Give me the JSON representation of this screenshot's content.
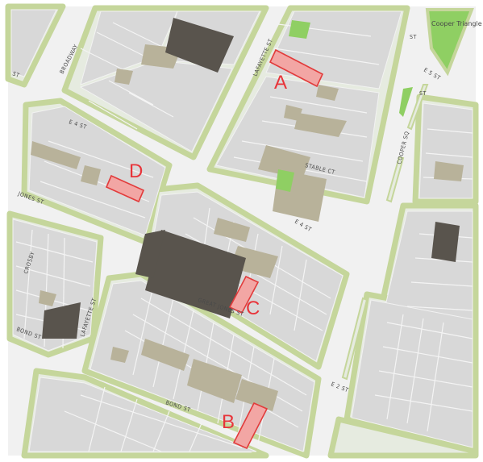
{
  "map": {
    "colors": {
      "street": "#f1f1f1",
      "block_edge": "#c5d69b",
      "lot": "#d8d8d8",
      "tan_building": "#b8b29a",
      "dark_building": "#59544d",
      "park": "#8fcf63",
      "site_fill": "#f2a6a4",
      "site_stroke": "#e23b3b"
    },
    "streets": {
      "broadway": "BROADWAY",
      "lafayette_upper": "LAFAYETTE ST",
      "lafayette_lower": "LAFAYETTE ST",
      "e4st_upper": "E 4 ST",
      "e4st_lower": "E 4 ST",
      "great_jones": "GREAT JONES ST",
      "jones_st": "JONES ST",
      "bond_st": "BOND ST",
      "bond_st_lower": "BOND ST",
      "stable_ct": "STABLE CT",
      "e2st": "E 2 ST",
      "cooper_sq": "COOPER SQ",
      "e5st": "E 5 ST",
      "st_left": "ST",
      "st_top": "ST",
      "st_small": "ST",
      "crosby": "CROSBY"
    },
    "park_label": "Cooper Triangle",
    "markers": [
      {
        "letter": "A",
        "name": "site-a"
      },
      {
        "letter": "B",
        "name": "site-b"
      },
      {
        "letter": "C",
        "name": "site-c"
      },
      {
        "letter": "D",
        "name": "site-d"
      }
    ]
  }
}
